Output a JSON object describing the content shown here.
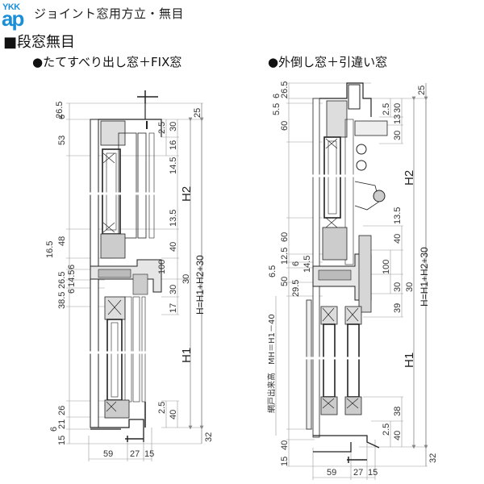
{
  "header": {
    "logo_top": "YKK",
    "logo_bottom": "ap",
    "title": "ジョイント窓用方立・無目",
    "section": "■段窓無目"
  },
  "brand_color": "#1a8fd8",
  "diagrams": [
    {
      "title": "●たてすべり出し窓＋FIX窓",
      "left_dims": [
        "6",
        "26.5",
        "53",
        "16.5",
        "48",
        "6",
        "14.5",
        "26.5",
        "6",
        "38.5",
        "26",
        "6",
        "21",
        "15"
      ],
      "inner_dims": [
        "2.5",
        "30",
        "16",
        "14.5",
        "13.5",
        "40",
        "100",
        "30",
        "17",
        "2.5",
        "40"
      ],
      "right_dims": [
        "25",
        "30",
        "32"
      ],
      "bottom_dims": [
        "59",
        "27",
        "15"
      ],
      "labels": {
        "h2": "H2",
        "h1": "H1",
        "h_total": "H=H1+H2+30"
      }
    },
    {
      "title": "●外倒し窓＋引違い窓",
      "left_dims": [
        "6",
        "26.5",
        "5.5",
        "60",
        "60",
        "12.5",
        "6",
        "14.5",
        "6.5",
        "50",
        "29.5",
        "40",
        "15"
      ],
      "inner_dims": [
        "2.5",
        "30",
        "13",
        "30",
        "13.5",
        "40",
        "100",
        "30",
        "39",
        "38",
        "2.5",
        "40"
      ],
      "right_dims": [
        "25",
        "30",
        "32"
      ],
      "bottom_dims": [
        "59",
        "27",
        "15"
      ],
      "labels": {
        "h2": "H2",
        "h1": "H1",
        "h_total": "H=H1+H2+30",
        "screen_height": "網戸出来高　MH＝H1－40"
      }
    }
  ]
}
